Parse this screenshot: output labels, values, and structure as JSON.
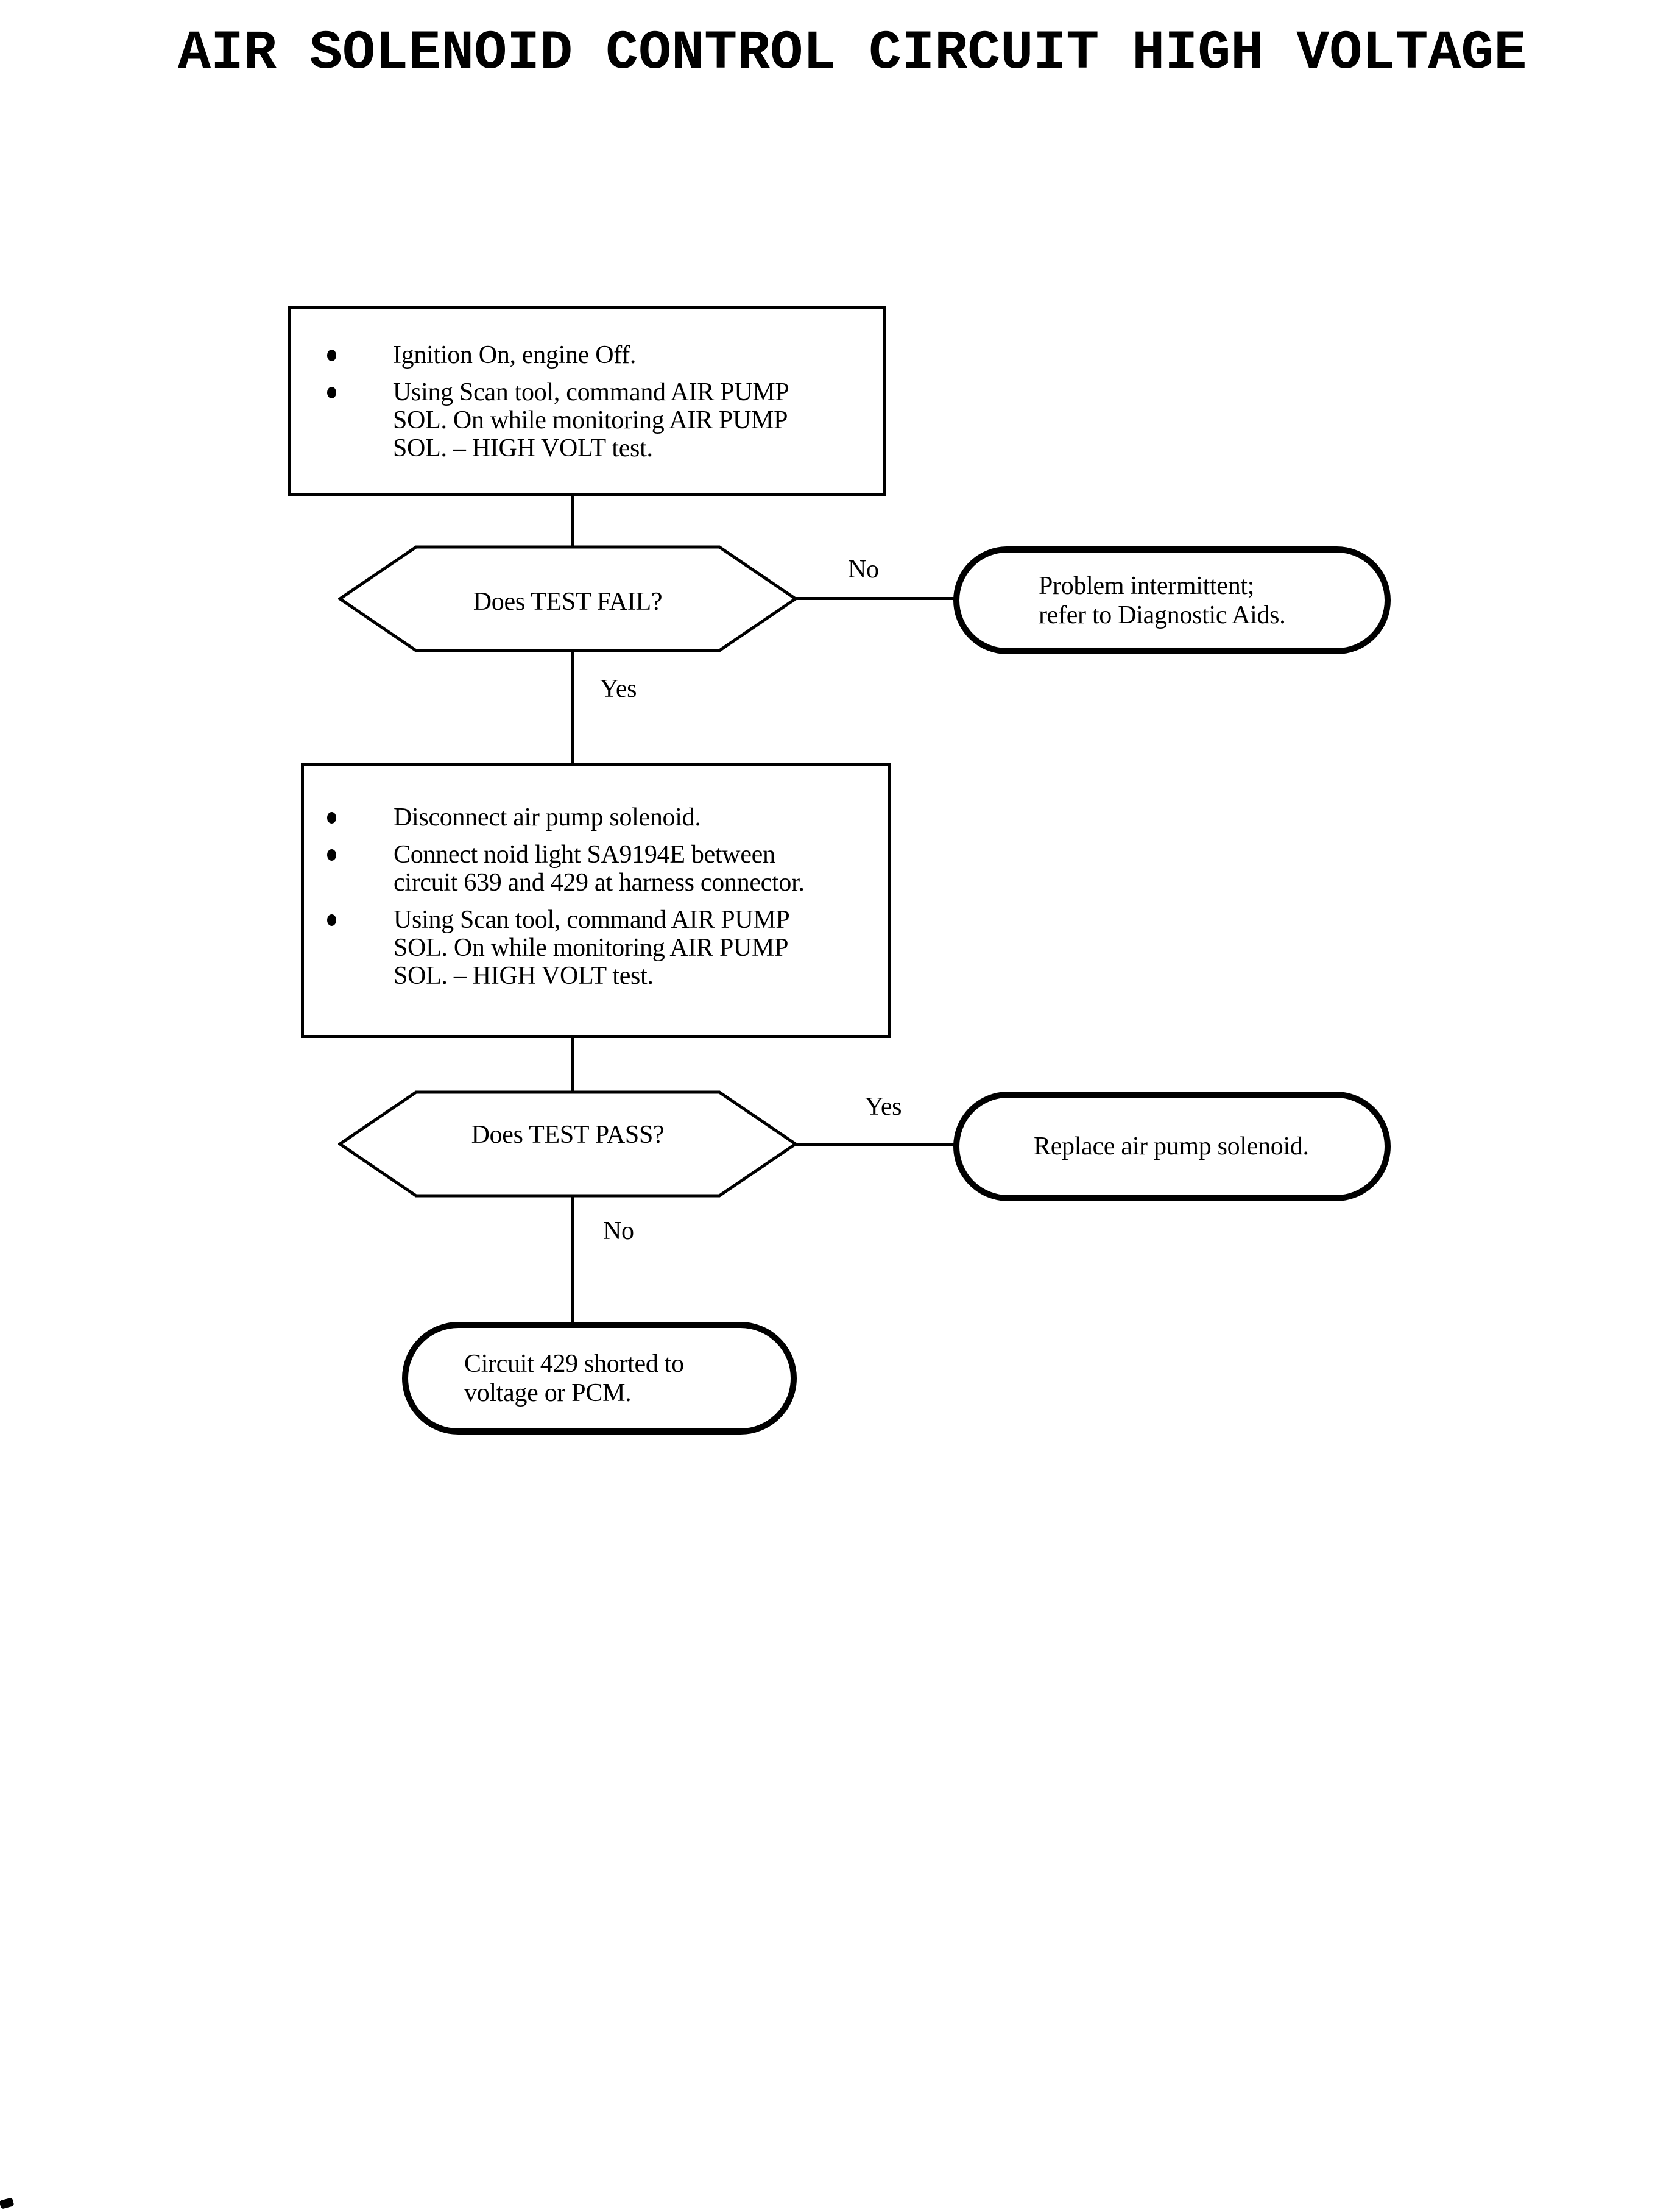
{
  "colors": {
    "ink": "#000000",
    "paper": "#ffffff"
  },
  "page": {
    "title": "AIR SOLENOID CONTROL CIRCUIT HIGH VOLTAGE"
  },
  "flowchart": {
    "process1": {
      "bullets": [
        {
          "lines": [
            "Ignition On, engine Off."
          ]
        },
        {
          "lines": [
            "Using Scan tool, command AIR PUMP",
            "SOL. On while monitoring AIR PUMP",
            "SOL. – HIGH VOLT test."
          ]
        }
      ]
    },
    "decision1": {
      "question": "Does TEST FAIL?",
      "no_label": "No",
      "yes_label": "Yes"
    },
    "terminal_no1": {
      "lines": [
        "Problem intermittent;",
        "refer to Diagnostic Aids."
      ]
    },
    "process2": {
      "bullets": [
        {
          "lines": [
            "Disconnect air pump solenoid."
          ]
        },
        {
          "lines": [
            "Connect noid light SA9194E between",
            "circuit 639 and 429 at harness connector."
          ]
        },
        {
          "lines": [
            "Using Scan tool, command AIR PUMP",
            "SOL. On while monitoring AIR PUMP",
            "SOL. – HIGH VOLT test."
          ]
        }
      ]
    },
    "decision2": {
      "question": "Does TEST PASS?",
      "yes_label": "Yes",
      "no_label": "No"
    },
    "terminal_yes2": {
      "lines": [
        "Replace air pump solenoid."
      ]
    },
    "terminal_no2": {
      "lines": [
        "Circuit 429 shorted to",
        "voltage or PCM."
      ]
    }
  }
}
